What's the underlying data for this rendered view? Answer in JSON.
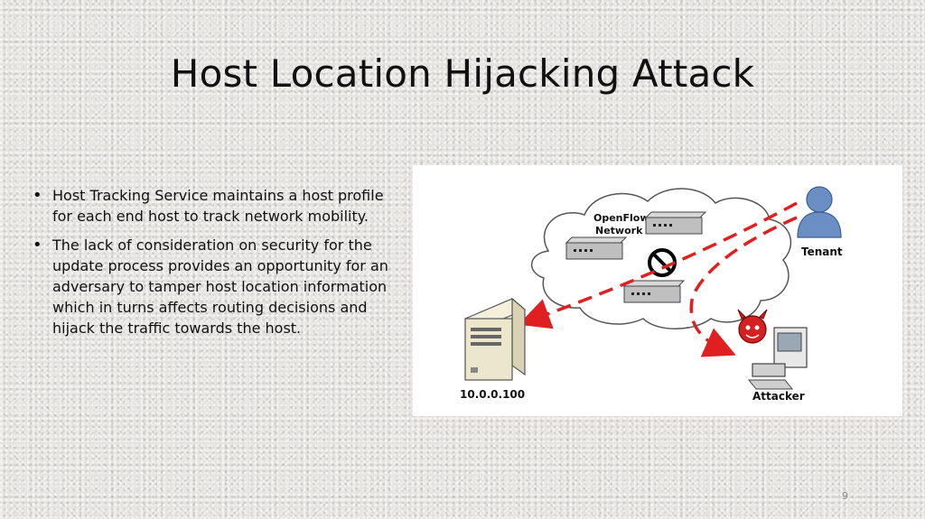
{
  "slide": {
    "title": "Host Location Hijacking Attack",
    "page_number": "9"
  },
  "bullets": [
    "Host Tracking Service maintains a host profile for each end host to track network mobility.",
    "The lack of consideration on security for the update process provides an opportunity for an adversary to tamper host location information which in turns affects routing decisions and hijack the traffic towards the host."
  ],
  "diagram": {
    "network_label_line1": "OpenFlow",
    "network_label_line2": "Network",
    "tenant_label": "Tenant",
    "server_label": "10.0.0.100",
    "attacker_label": "Attacker",
    "arrow_color": "#e02020",
    "cloud_color": "#ffffff",
    "server_color": "#ece6cc",
    "tenant_color": "#6b8fc4"
  }
}
